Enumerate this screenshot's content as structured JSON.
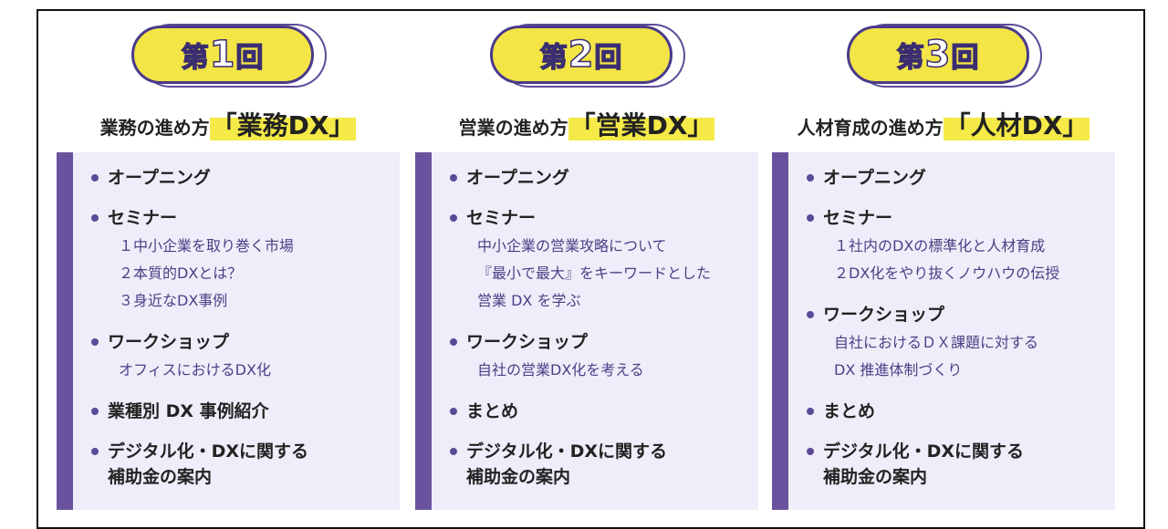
{
  "sessions": [
    {
      "prefix": "第",
      "num": "1",
      "suffix": "回",
      "title": "業務の進め方",
      "highlight": "「業務DX」",
      "items": [
        {
          "label": "オープニング",
          "subs": []
        },
        {
          "label": "セミナー",
          "subs": [
            "１中小企業を取り巻く市場",
            "２本質的DXとは？",
            "３身近なDX事例"
          ]
        },
        {
          "label": "ワークショップ",
          "subs": [
            "オフィスにおけるDX化"
          ]
        },
        {
          "label": "業種別 DX 事例紹介",
          "subs": []
        },
        {
          "label": "デジタル化・DXに関する",
          "label2": "補助金の案内",
          "subs": []
        }
      ]
    },
    {
      "prefix": "第",
      "num": "2",
      "suffix": "回",
      "title": "営業の進め方",
      "highlight": "「営業DX」",
      "items": [
        {
          "label": "オープニング",
          "subs": []
        },
        {
          "label": "セミナー",
          "subs": [
            "中小企業の営業攻略について",
            "『最小で最大』をキーワードとした",
            "営業 DX を学ぶ"
          ]
        },
        {
          "label": "ワークショップ",
          "subs": [
            "自社の営業DX化を考える"
          ]
        },
        {
          "label": "まとめ",
          "subs": []
        },
        {
          "label": "デジタル化・DXに関する",
          "label2": "補助金の案内",
          "subs": []
        }
      ]
    },
    {
      "prefix": "第",
      "num": "3",
      "suffix": "回",
      "title": "人材育成の進め方",
      "highlight": "「人材DX」",
      "items": [
        {
          "label": "オープニング",
          "subs": []
        },
        {
          "label": "セミナー",
          "subs": [
            "１社内のDXの標準化と人材育成",
            "２DX化をやり抜くノウハウの伝授"
          ]
        },
        {
          "label": "ワークショップ",
          "subs": [
            "自社におけるＤＸ課題に対する",
            "DX 推進体制づくり"
          ]
        },
        {
          "label": "まとめ",
          "subs": []
        },
        {
          "label": "デジタル化・DXに関する",
          "label2": "補助金の案内",
          "subs": []
        }
      ]
    }
  ],
  "colors": {
    "accent": "#6a539e",
    "highlight": "#f5ea47",
    "panel": "#efedf9"
  }
}
